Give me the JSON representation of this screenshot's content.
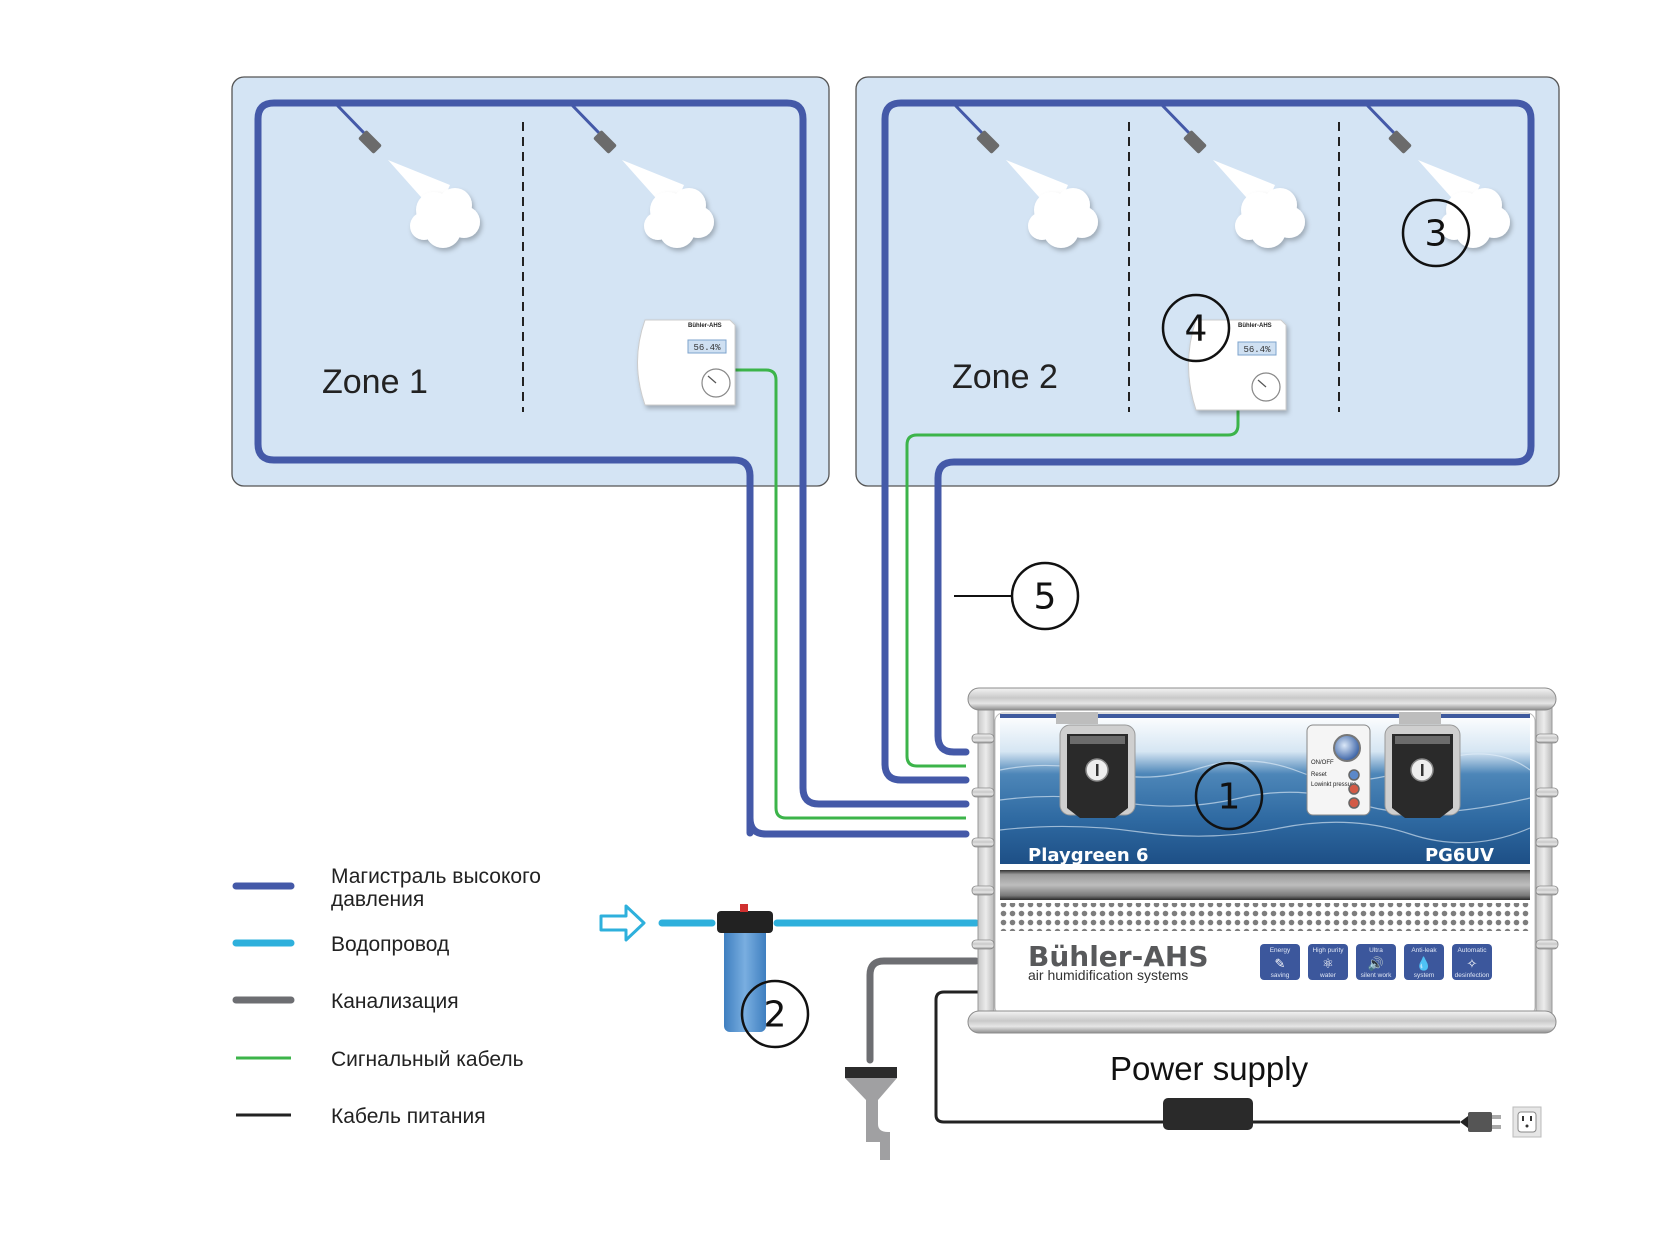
{
  "zones": [
    {
      "label": "Zone 1",
      "nozzles": 2,
      "has_controller": true
    },
    {
      "label": "Zone 2",
      "nozzles": 3,
      "has_controller": true
    }
  ],
  "controller": {
    "brand": "Bühler-AHS",
    "display": "56.4%"
  },
  "callouts": [
    "1",
    "2",
    "3",
    "4",
    "5"
  ],
  "unit": {
    "model_left": "Playgreen 6",
    "model_right": "PG6UV",
    "brand": "Bühler-AHS",
    "tagline": "air humidification systems",
    "control_panel": {
      "on_off": "ON/OFF",
      "reset": "Reset",
      "leak": "Lowinkt pressure"
    },
    "features": [
      {
        "top": "Energy",
        "bottom": "saving",
        "icon": "bulb-icon"
      },
      {
        "top": "High purity",
        "bottom": "water",
        "icon": "molecule-icon"
      },
      {
        "top": "Ultra",
        "bottom": "silent work",
        "icon": "speaker-icon"
      },
      {
        "top": "Anti-leak",
        "bottom": "system",
        "icon": "drop-icon"
      },
      {
        "top": "Automatic",
        "bottom": "desinfection",
        "icon": "uv-lamp-icon"
      }
    ]
  },
  "power_supply_label": "Power supply",
  "legend": [
    {
      "label_line1": "Магистраль высокого",
      "label_line2": "давления",
      "color": "#4459a8",
      "kind": "high-pressure-line"
    },
    {
      "label_line1": "Водопровод",
      "label_line2": "",
      "color": "#2eb0dc",
      "kind": "water-supply"
    },
    {
      "label_line1": "Канализация",
      "label_line2": "",
      "color": "#6d6e72",
      "kind": "drain"
    },
    {
      "label_line1": "Сигнальный кабель",
      "label_line2": "",
      "color": "#3cb44a",
      "kind": "signal-cable"
    },
    {
      "label_line1": "Кабель питания",
      "label_line2": "",
      "color": "#222222",
      "kind": "power-cable"
    }
  ],
  "colors": {
    "zone_fill": "#d4e4f4",
    "high_pressure": "#4459a8",
    "water": "#2eb0dc",
    "drain": "#6d6e72",
    "signal": "#3cb44a",
    "power": "#222222"
  }
}
